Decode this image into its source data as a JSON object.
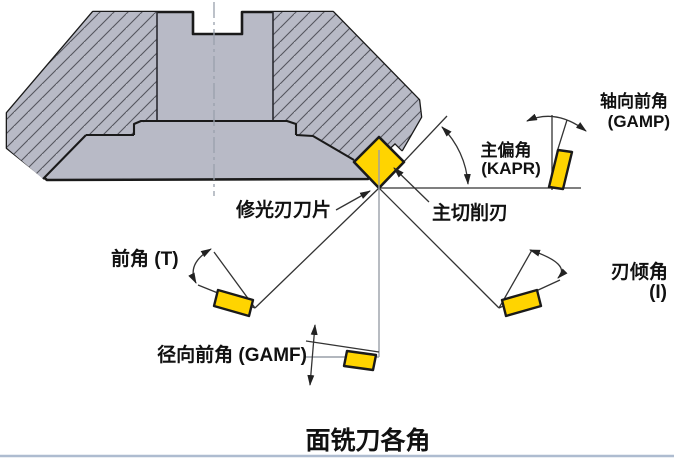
{
  "diagram": {
    "title": "面铣刀各角",
    "labels": {
      "axial_rake_line1": "轴向前角",
      "axial_rake_line2": "(GAMP)",
      "entering_angle_line1": "主偏角",
      "entering_angle_line2": "(KAPR)",
      "wiper_insert": "修光刃刀片",
      "main_cutting_edge": "主切削刃",
      "rake_angle": "前角 (T)",
      "inclination_line1": "刃倾角",
      "inclination_line2": "(I)",
      "radial_rake": "径向前角 (GAMF)"
    },
    "colors": {
      "insert_yellow": "#FFD400",
      "body_gray": "#B8BAC6",
      "outline": "#1A1A1A",
      "bottom_border": "#AEBCD0"
    }
  }
}
